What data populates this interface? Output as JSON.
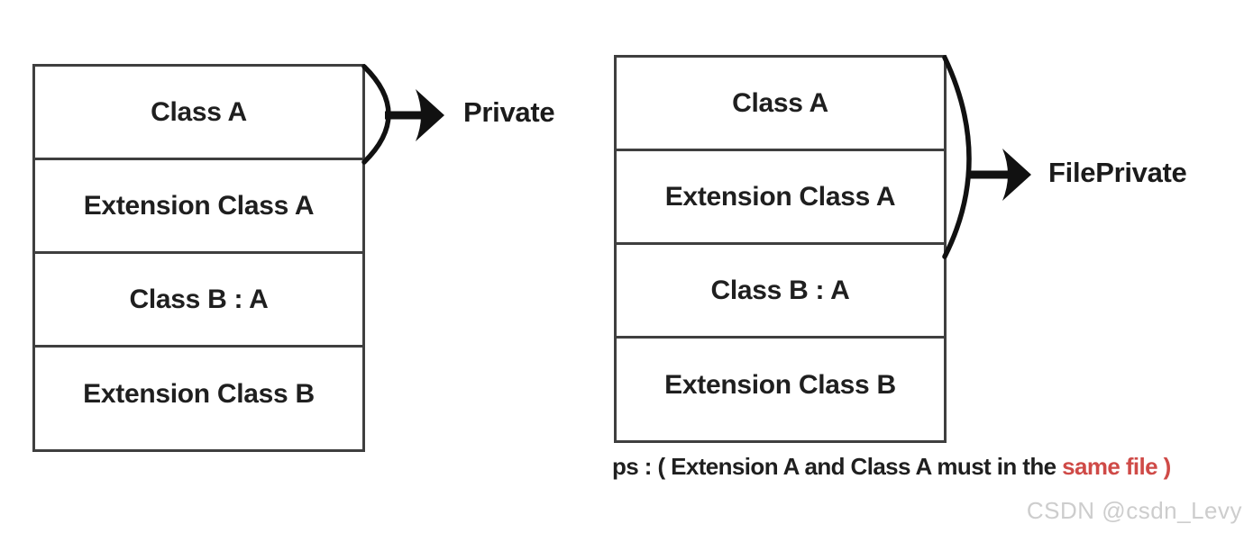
{
  "left_diagram": {
    "rows": [
      "Class A",
      "Extension Class A",
      "Class B : A",
      "Extension Class B"
    ],
    "label": "Private"
  },
  "right_diagram": {
    "rows": [
      "Class A",
      "Extension Class A",
      "Class B : A",
      "Extension Class B"
    ],
    "label": "FilePrivate",
    "note": {
      "text_black": "ps : ( Extension A and Class A must in the ",
      "text_red": "same file )"
    }
  },
  "watermark": "CSDN @csdn_Levy",
  "colors": {
    "box_border": "#3f3f3f",
    "text": "#1f1f1f",
    "annotation_stroke": "#111111",
    "note_highlight_red": "#cf4a47",
    "watermark_gray": "#cdcdcd"
  }
}
